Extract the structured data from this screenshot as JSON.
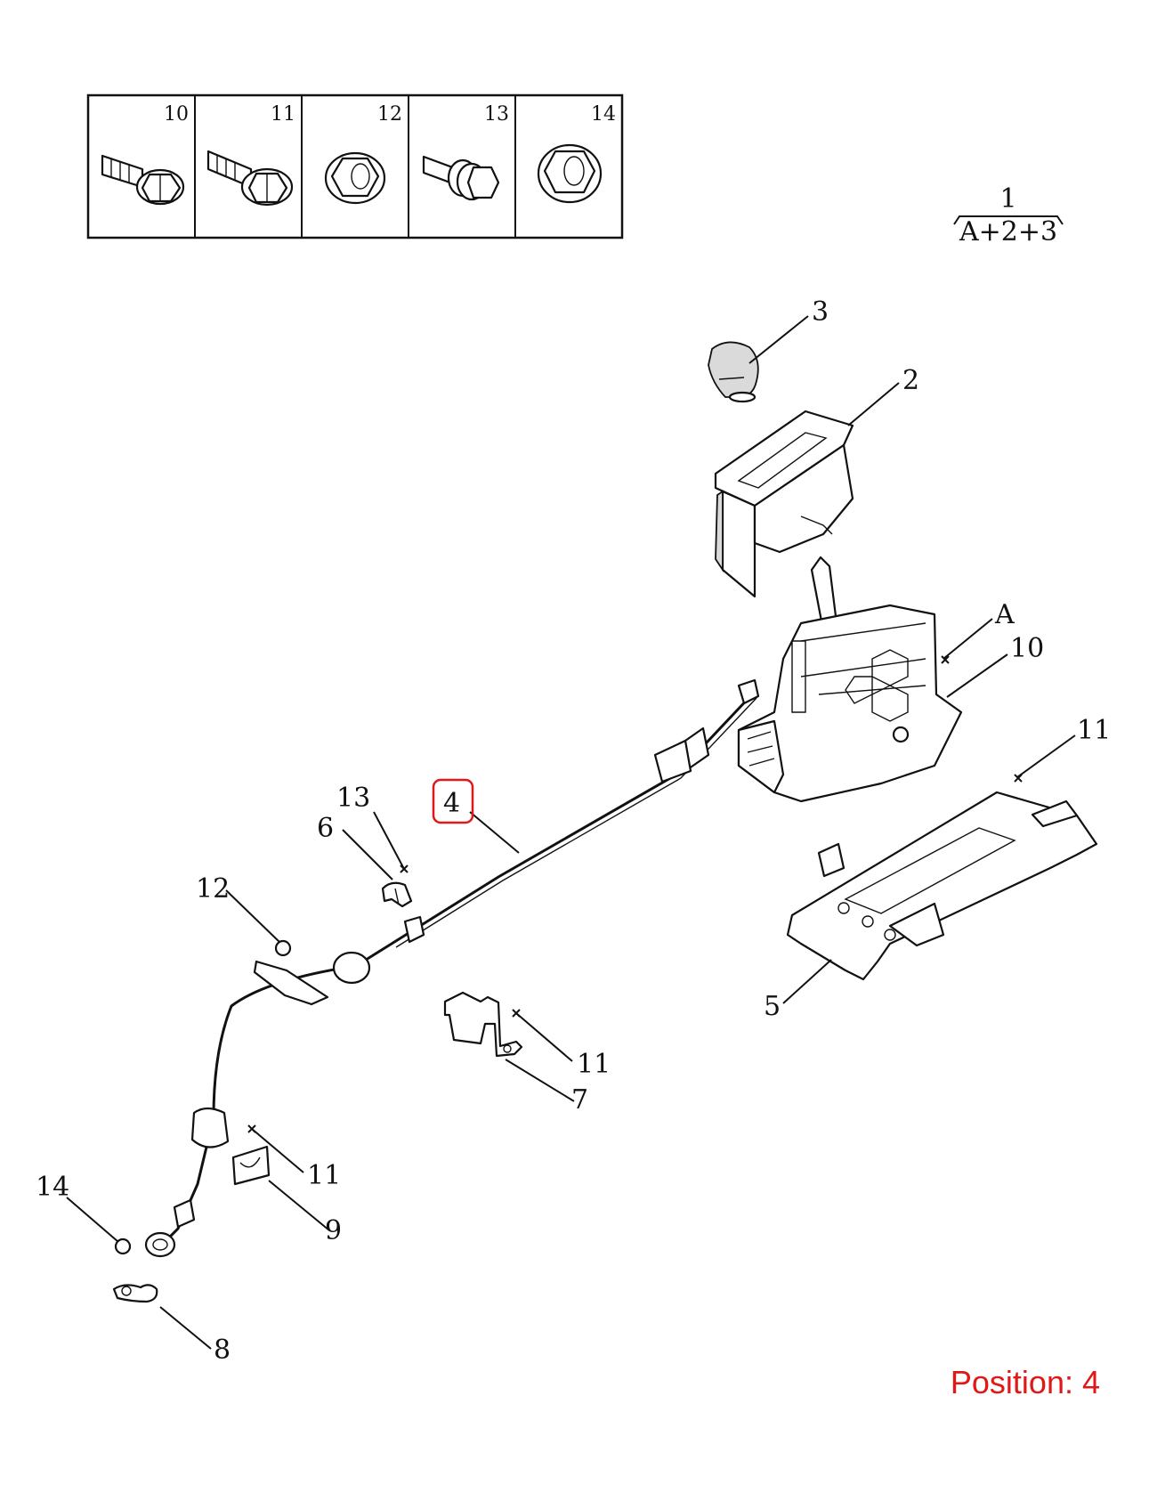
{
  "fasteners": [
    {
      "num": "10",
      "icon": "flange-bolt-icon"
    },
    {
      "num": "11",
      "icon": "flange-bolt-icon"
    },
    {
      "num": "12",
      "icon": "flange-nut-icon"
    },
    {
      "num": "13",
      "icon": "washer-bolt-icon"
    },
    {
      "num": "14",
      "icon": "flange-nut-icon"
    }
  ],
  "assembly": {
    "number": "1",
    "formula": "A+2+3"
  },
  "callouts": {
    "c3": "3",
    "c2": "2",
    "cA": "A",
    "c10": "10",
    "c11a": "11",
    "c4": "4",
    "c13": "13",
    "c6": "6",
    "c12": "12",
    "c5": "5",
    "c11b": "11",
    "c7": "7",
    "c11c": "11",
    "c9": "9",
    "c14": "14",
    "c8": "8"
  },
  "highlighted": "4",
  "highlight_color": "#e01818",
  "position_label": "Position: 4"
}
